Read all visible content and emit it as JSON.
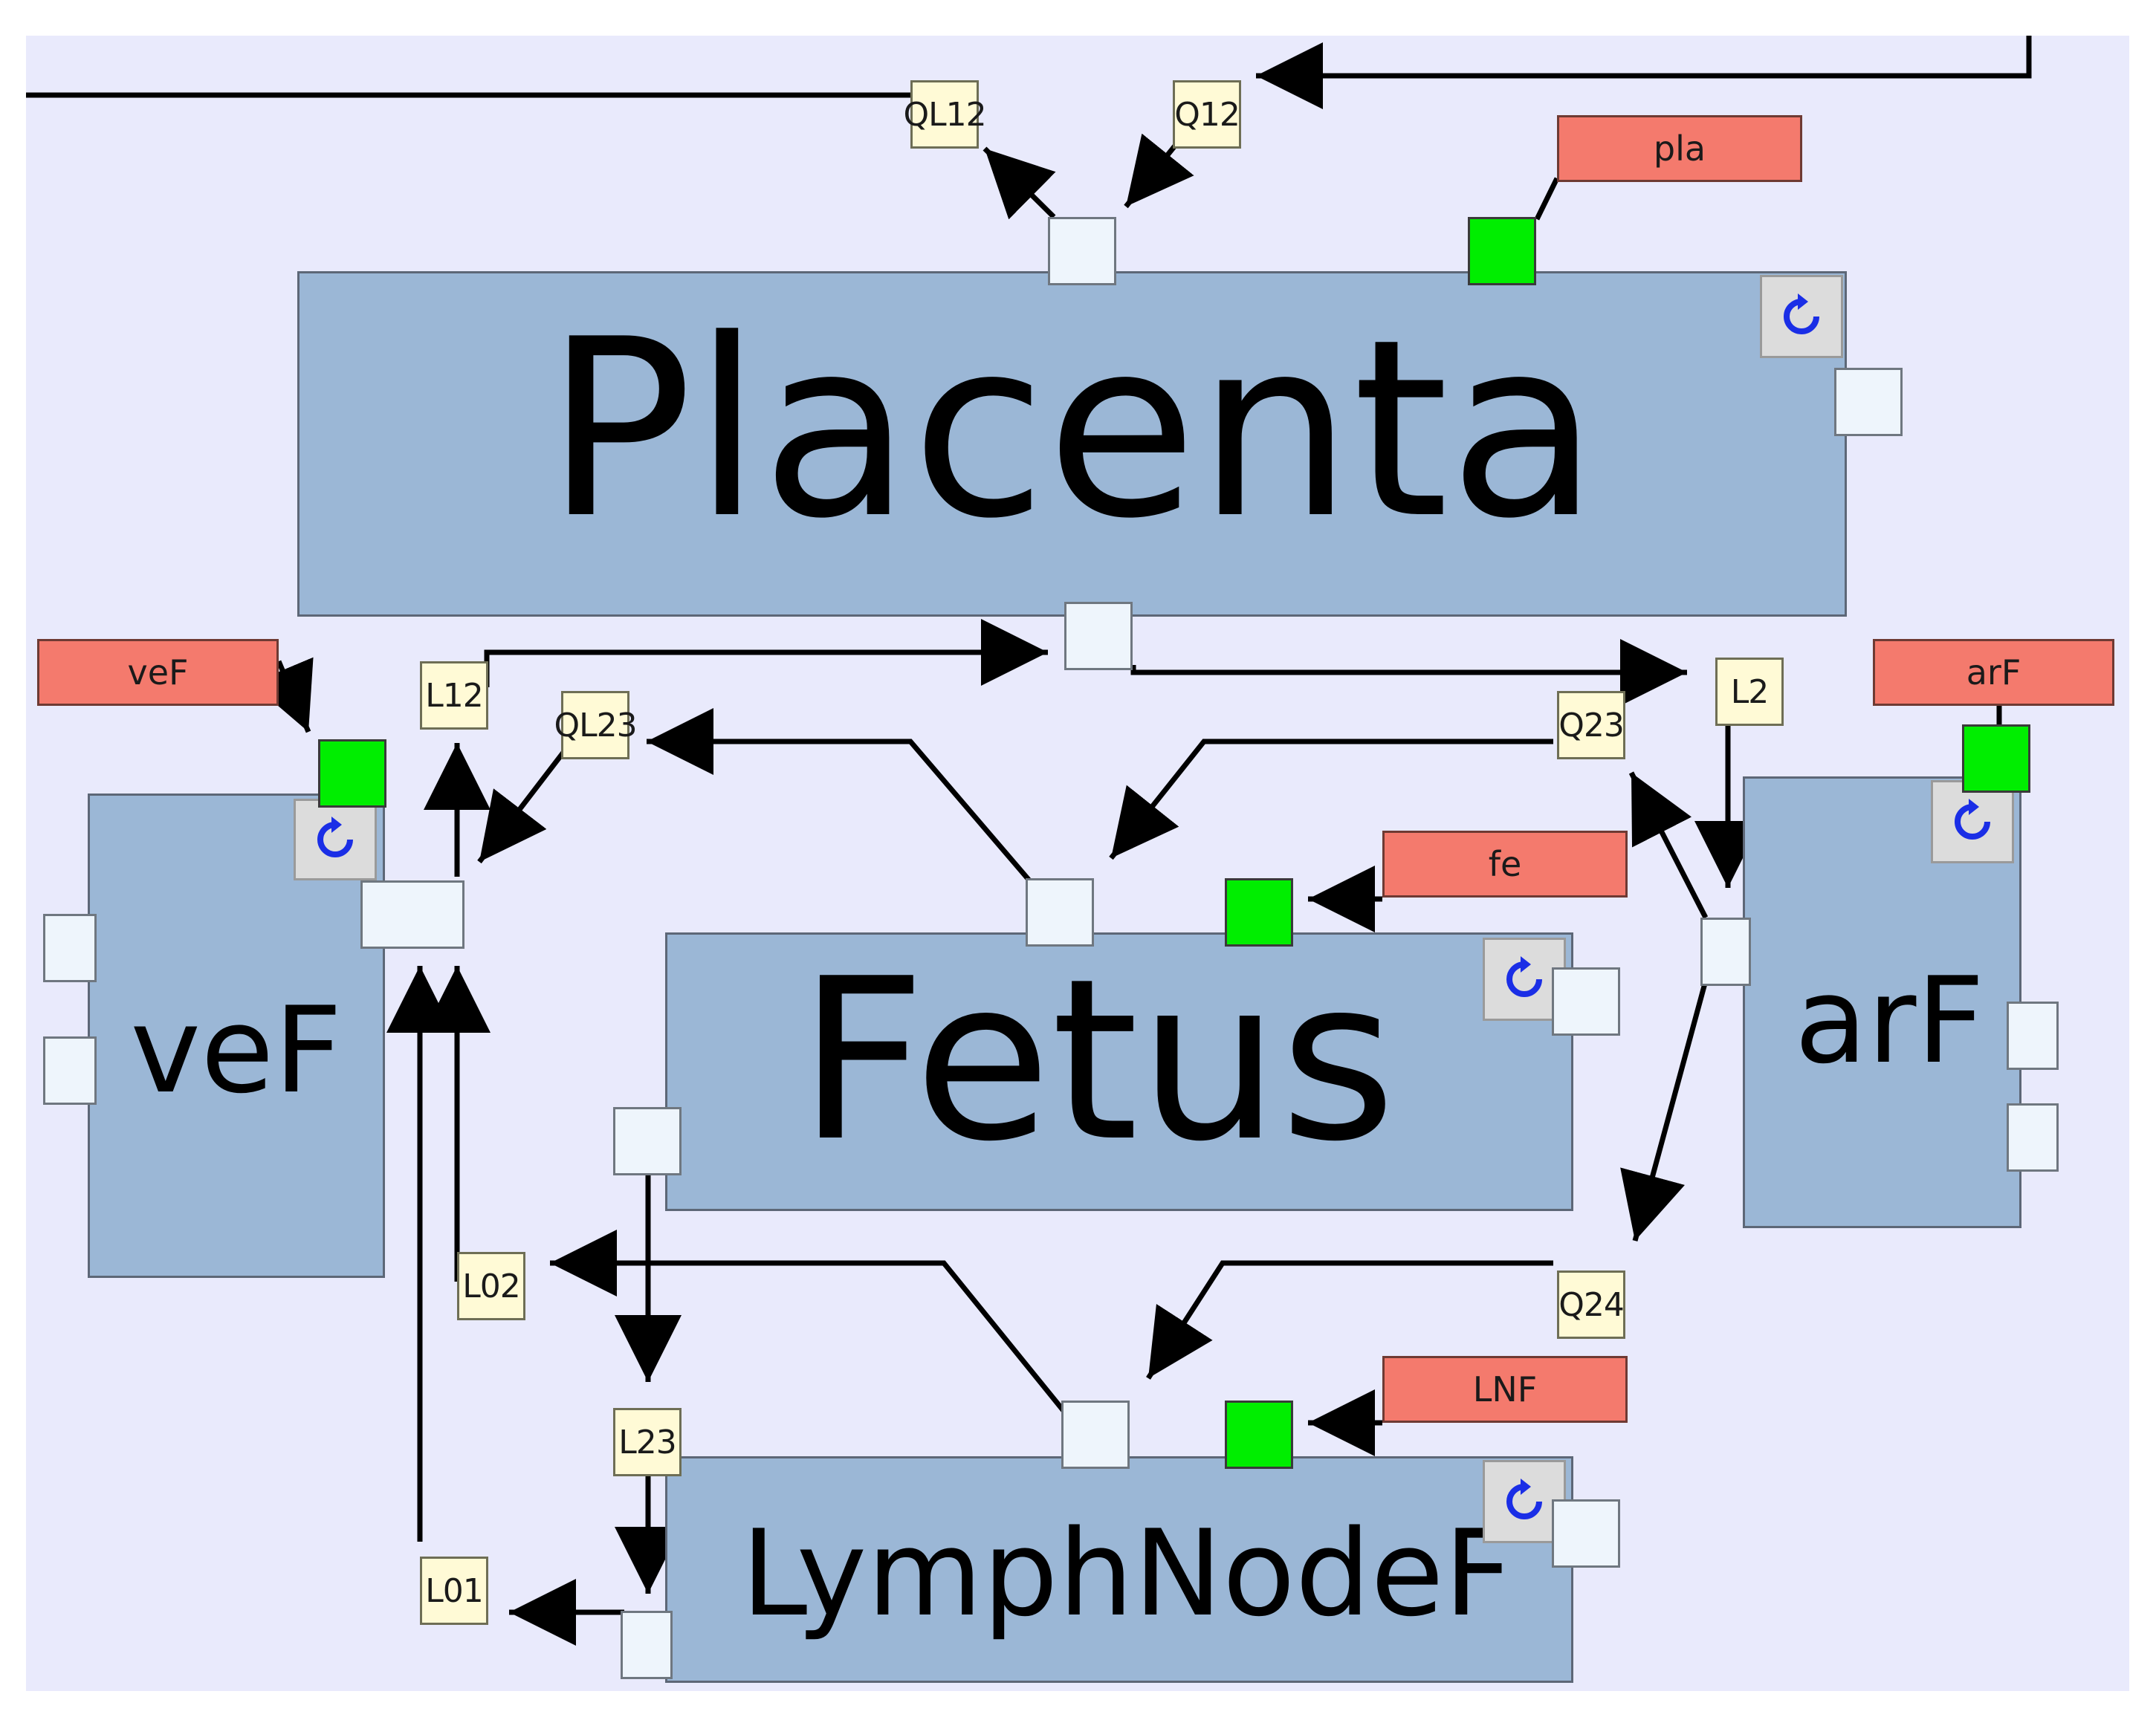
{
  "blocks": {
    "placenta": "Placenta",
    "fetus": "Fetus",
    "vef": "veF",
    "arf": "arF",
    "lymph": "LymphNodeF"
  },
  "tags": {
    "pla": "pla",
    "vef": "veF",
    "arf": "arF",
    "fe": "fe",
    "lnf": "LNF"
  },
  "labels": {
    "ql12": "QL12",
    "q12": "Q12",
    "l12": "L12",
    "ql23": "QL23",
    "q23": "Q23",
    "l2": "L2",
    "l02": "L02",
    "q24": "Q24",
    "l23": "L23",
    "l01": "L01"
  },
  "icons": {
    "refresh": "refresh-icon"
  },
  "colors": {
    "canvas": "#e9eafc",
    "block": "#9bb7d6",
    "tag": "#f47a6d",
    "label": "#fffad6",
    "status": "#00ee00",
    "refresh": "#1a2ee6"
  }
}
